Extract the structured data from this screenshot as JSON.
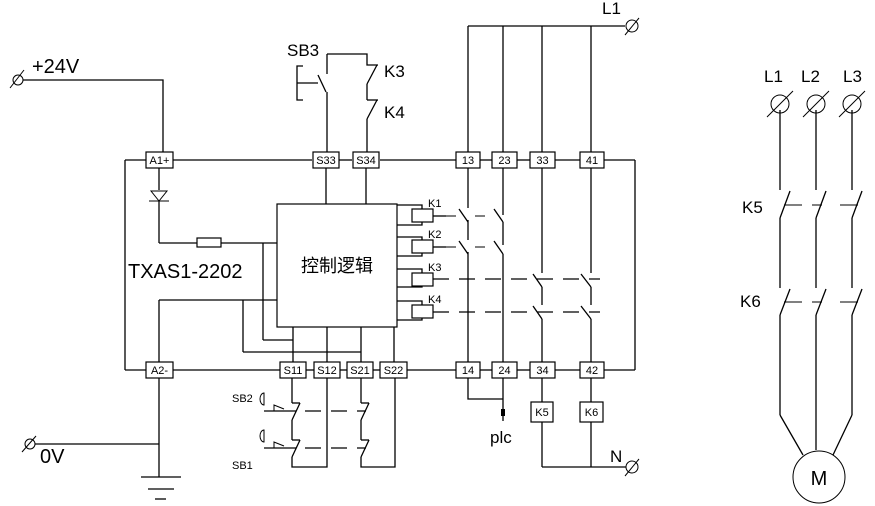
{
  "diagram": {
    "title": "TXAS1-2202",
    "logic_block": "控制逻辑",
    "supply": {
      "positive": "+24V",
      "negative": "0V"
    },
    "line_labels": {
      "control_l1": "L1",
      "neutral": "N"
    },
    "terminals": {
      "a1": "A1+",
      "a2": "A2-",
      "s33": "S33",
      "s34": "S34",
      "s11": "S11",
      "s12": "S12",
      "s21": "S21",
      "s22": "S22",
      "t13": "13",
      "t23": "23",
      "t33": "33",
      "t41": "41",
      "t14": "14",
      "t24": "24",
      "t34": "34",
      "t42": "42"
    },
    "relays": {
      "k1": "K1",
      "k2": "K2",
      "k3": "K3",
      "k4": "K4"
    },
    "contactor_coils": {
      "k5": "K5",
      "k6": "K6"
    },
    "buttons": {
      "sb1": "SB1",
      "sb2": "SB2",
      "sb3": "SB3"
    },
    "feedback_contacts": {
      "k3": "K3",
      "k4": "K4"
    },
    "plc_label": "plc",
    "power": {
      "phases": [
        "L1",
        "L2",
        "L3"
      ],
      "contactor_k5": "K5",
      "contactor_k6": "K6",
      "motor": "M"
    }
  }
}
